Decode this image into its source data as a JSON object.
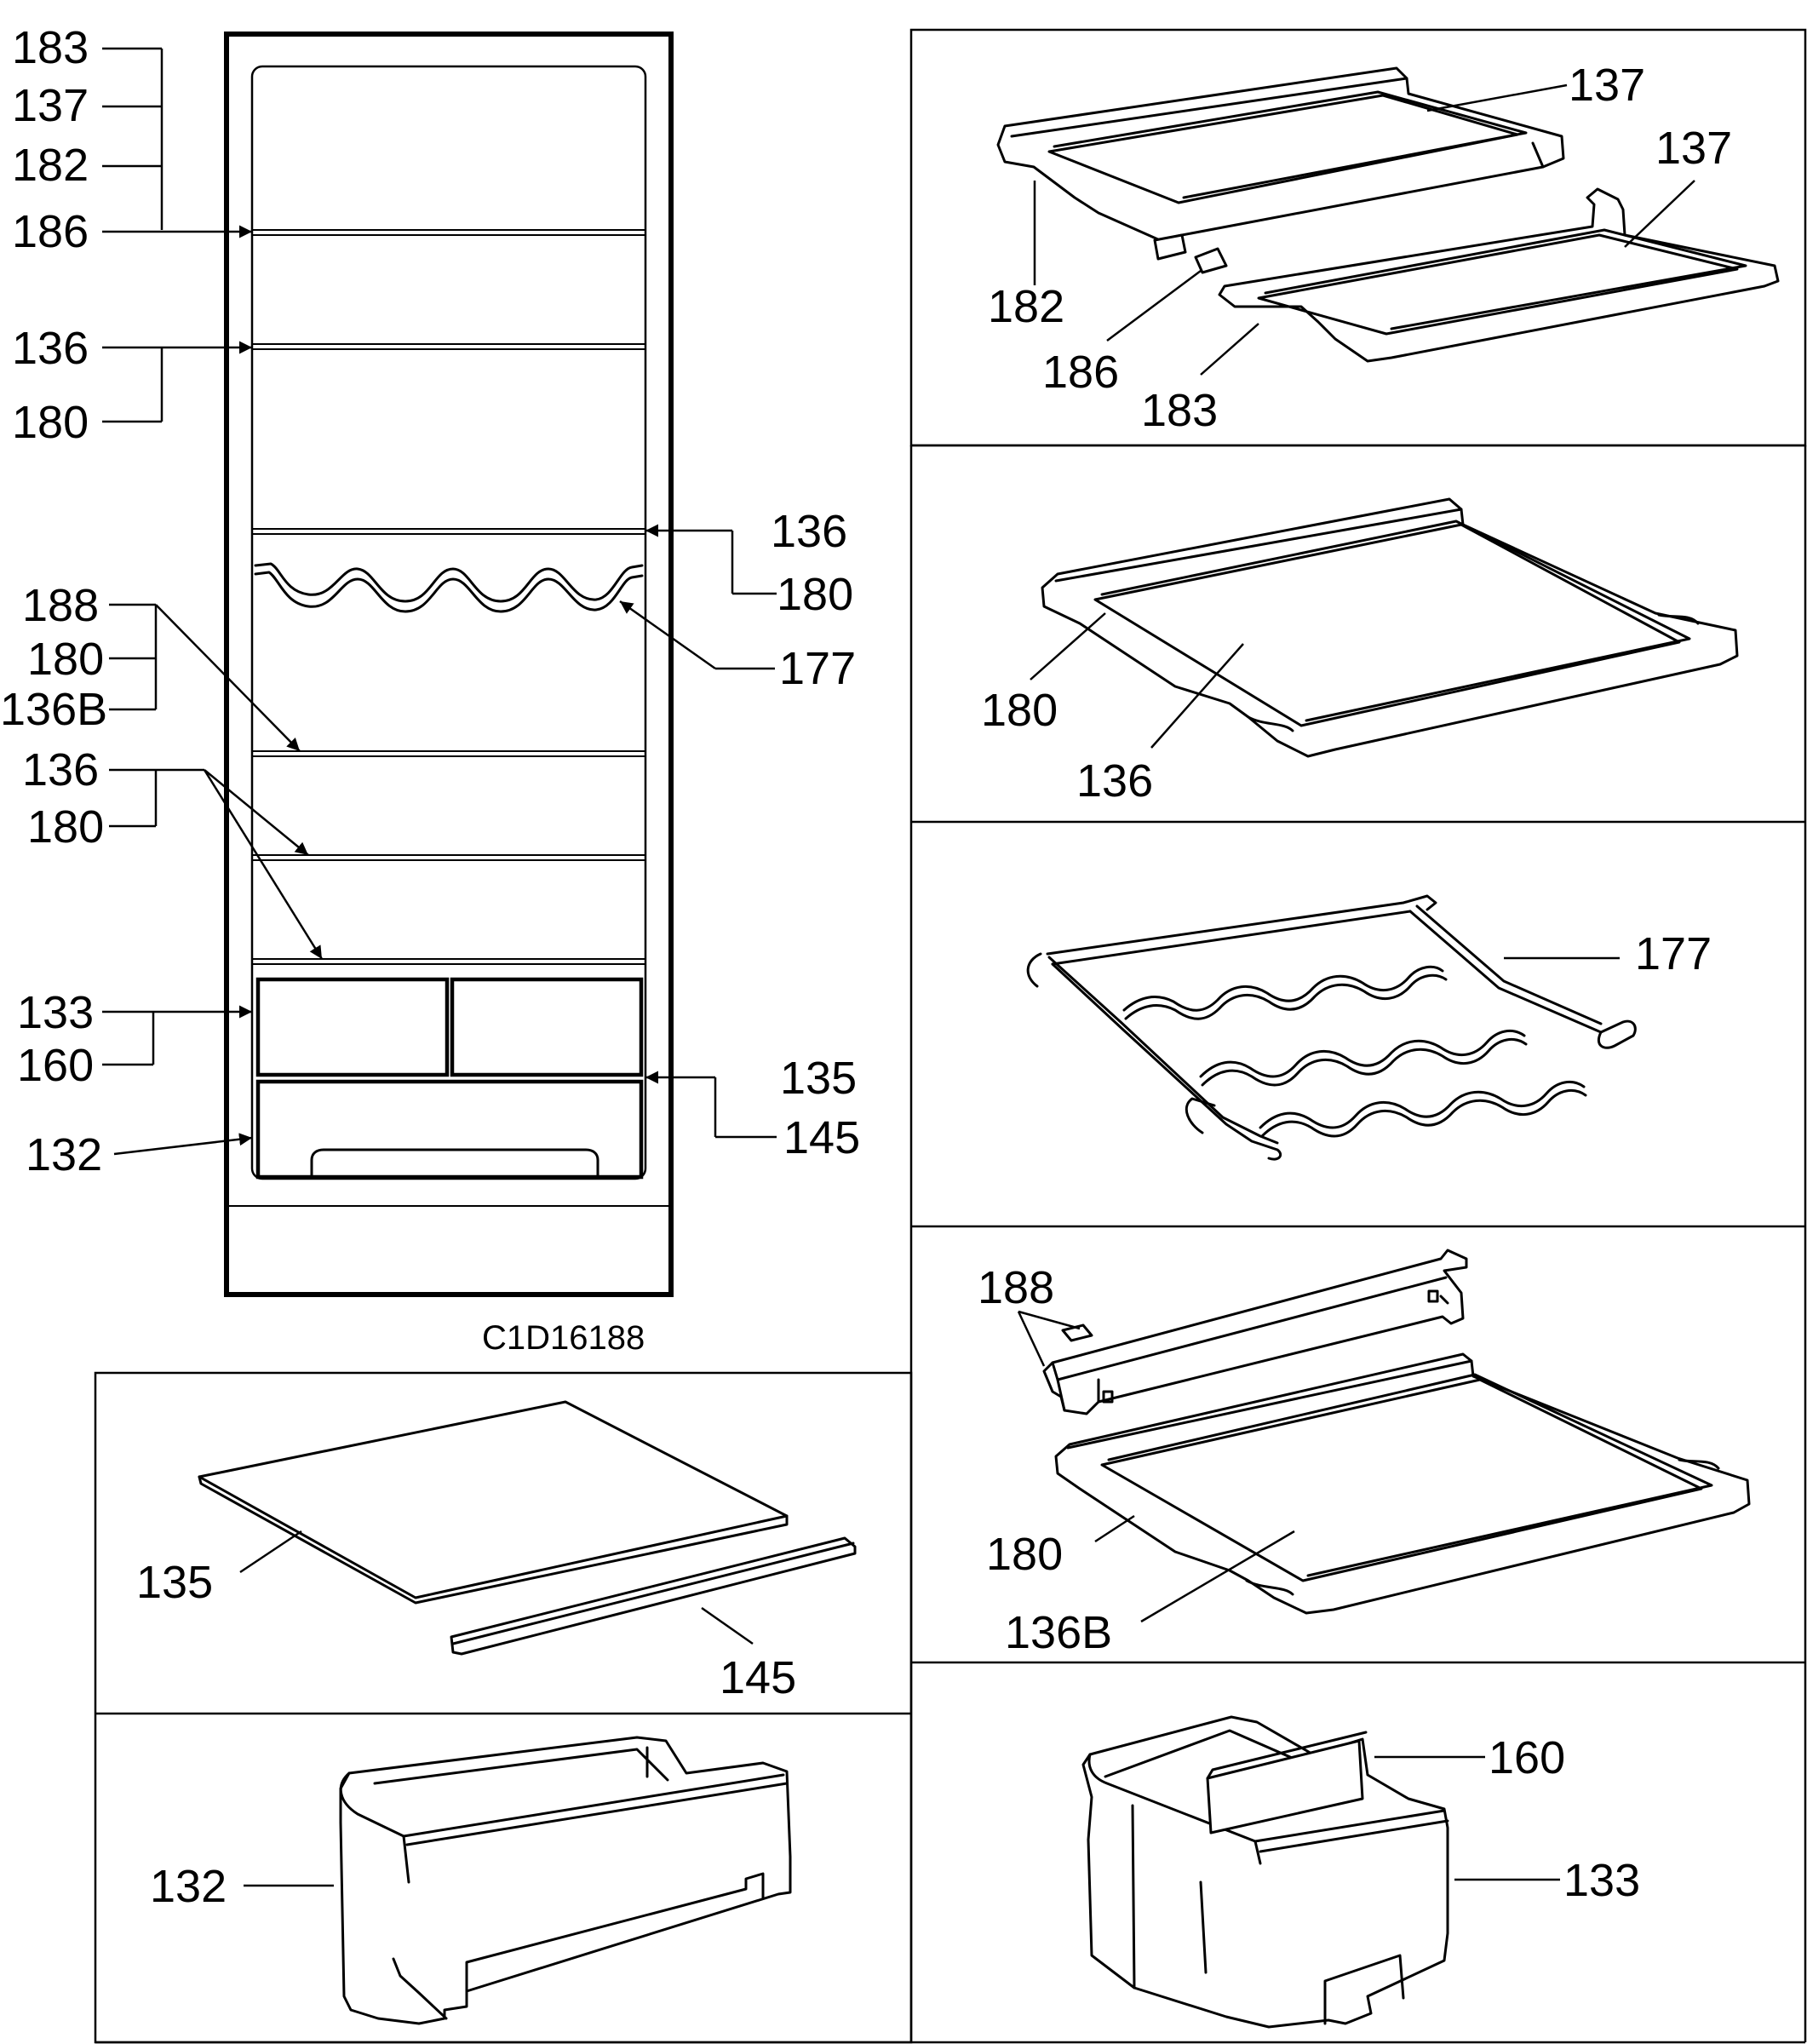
{
  "diagram_code": "C1D16188",
  "fridge_labels": {
    "l183": "183",
    "l137": "137",
    "l182": "182",
    "l186": "186",
    "l136a": "136",
    "l180a": "180",
    "l136b": "136",
    "l180b": "180",
    "l177": "177",
    "l188": "188",
    "l180c": "180",
    "l136B": "136B",
    "l136c": "136",
    "l180d": "180",
    "l133": "133",
    "l160": "160",
    "l135": "135",
    "l145": "145",
    "l132": "132"
  },
  "panel_labels": {
    "p1_137a": "137",
    "p1_137b": "137",
    "p1_182": "182",
    "p1_186": "186",
    "p1_183": "183",
    "p2_180": "180",
    "p2_136": "136",
    "p3_177": "177",
    "p4_188": "188",
    "p4_180": "180",
    "p4_136B": "136B",
    "p5_135": "135",
    "p5_145": "145",
    "p6_132": "132",
    "p7_160": "160",
    "p7_133": "133"
  }
}
